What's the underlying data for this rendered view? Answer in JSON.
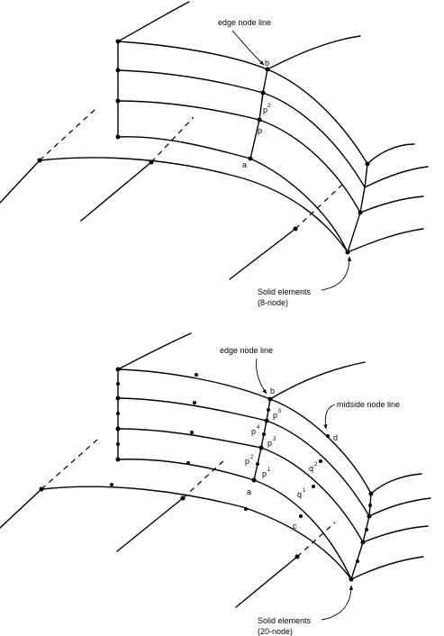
{
  "top": {
    "edge_node_line": "edge node line",
    "b": "b",
    "p": "p",
    "p2_base": "p",
    "p2_sup": "2",
    "a": "a",
    "solid_line1": "Solid elements",
    "solid_line2": "(8-node)"
  },
  "bottom": {
    "edge_node_line": "edge node line",
    "midside_node_line": "midside node line",
    "b": "b",
    "d": "d",
    "a": "a",
    "c": "c",
    "p1_base": "p",
    "p1_sup": "1",
    "p2_base": "p",
    "p2_sup": "2",
    "p3_base": "p",
    "p3_sup": "3",
    "p4_base": "p",
    "p4_sup": "4",
    "p5_base": "p",
    "p5_sup": "5",
    "q1_base": "q",
    "q1_sup": "1",
    "q2_base": "q",
    "q2_sup": "2",
    "solid_line1": "Solid elements",
    "solid_line2": "(20-node)"
  }
}
